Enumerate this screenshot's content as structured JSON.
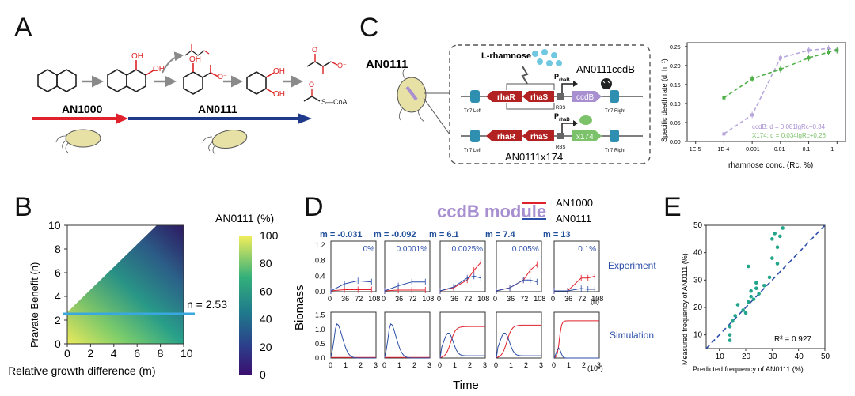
{
  "panels": {
    "A": {
      "label": "A",
      "strain1": "AN1000",
      "strain2": "AN0111",
      "oh": "OH",
      "coa": "S—CoA",
      "o_minus": "O⁻",
      "o": "O",
      "colors": {
        "red_arrow": "#e0202a",
        "blue_arrow": "#1f3a8a",
        "bacterium": "#e8e1a6"
      }
    },
    "B": {
      "label": "B",
      "ylabel": "Pravate Benefit (n)",
      "xlabel": "Relative growth difference (m)",
      "colorbar_title": "AN0111 (%)",
      "n_label": "n = 2.53",
      "n_value": 2.53,
      "x_ticks": [
        "0",
        "2",
        "4",
        "6",
        "8",
        "10"
      ],
      "y_ticks": [
        "0",
        "2",
        "4",
        "6",
        "8",
        "10"
      ],
      "cbar_ticks": [
        "100",
        "80",
        "60",
        "40",
        "20",
        "0"
      ]
    },
    "C": {
      "label": "C",
      "strain": "AN0111",
      "inducer": "L-rhamnose",
      "top_construct": "AN0111ccdB",
      "bottom_construct": "AN0111x174",
      "genes": {
        "rhaR": "rhaR",
        "rhaS": "rhaS",
        "ccdB": "ccdB",
        "x174": "x174"
      },
      "promoter": "P",
      "promoter_sub": "rhaB",
      "rbs": "RBS",
      "tn7_left": "Tn7 Left",
      "tn7_right": "Tn7 Right",
      "colors": {
        "rha_gene": "#b22222",
        "ccdB": "#a88fd0",
        "x174": "#7cc26b",
        "tn7": "#2f8fb0",
        "drop": "#6fc8e0"
      }
    },
    "C_plot": {
      "ylabel": "Specific death rate (d, h⁻¹)",
      "xlabel": "rhamnose conc. (Rc, %)",
      "x_ticks": [
        "1E-5",
        "1E-4",
        "0.001",
        "0.01",
        "0.1",
        "1"
      ],
      "y_ticks": [
        "0.25",
        "0.20",
        "0.15",
        "0.10",
        "0.05",
        "0.00"
      ],
      "legend": [
        "ccdB: d = 0.081lgRc+0.34",
        "X174: d = 0.034lgRc+0.26"
      ]
    },
    "D": {
      "label": "D",
      "title": "ccdB module",
      "legend": [
        "AN1000",
        "AN0111"
      ],
      "m_labels": [
        "m = -0.031",
        "m = -0.092",
        "m = 6.1",
        "m = 7.4",
        "m = 13"
      ],
      "pct_labels": [
        "0%",
        "0.0001%",
        "0.0025%",
        "0.005%",
        "0.1%"
      ],
      "row_labels": [
        "Experiment",
        "Simulation"
      ],
      "ylabel": "Biomass",
      "xlabel": "Time",
      "exp_x_ticks": [
        "0",
        "36",
        "72",
        "108"
      ],
      "exp_unit": "(h)",
      "sim_x_ticks": [
        "0",
        "1",
        "2",
        "3"
      ],
      "sim_unit": "(10⁶)",
      "exp_y_ticks": [
        "1.2",
        "0.8",
        "0.4",
        "0.0"
      ],
      "sim_y_ticks": [
        "1.5",
        "1.0",
        "0.5",
        "0.0"
      ],
      "colors": {
        "AN1000": "#e0202a",
        "AN0111": "#2b4ea8",
        "title": "#a88fd0",
        "m": "#1f4e9a"
      }
    },
    "E": {
      "label": "E",
      "ylabel": "Measured frequency of AN0111 (%)",
      "xlabel": "Predicted frequency of AN0111 (%)",
      "r2": "R² = 0.927",
      "ticks": [
        "10",
        "20",
        "30",
        "40",
        "50"
      ],
      "colors": {
        "points": "#22a58a",
        "fit": "#2b4ea8"
      }
    }
  },
  "chart_data": [
    {
      "id": "C_death_rate",
      "type": "line",
      "title": "",
      "xlabel": "rhamnose conc. (Rc, %)",
      "ylabel": "Specific death rate (d, h⁻¹)",
      "x_scale": "log",
      "ylim": [
        0,
        0.25
      ],
      "legend_position": "bottom-right",
      "series": [
        {
          "name": "ccdB",
          "x": [
            0.0001,
            0.001,
            0.01,
            0.1,
            0.5,
            1
          ],
          "y": [
            0.02,
            0.07,
            0.22,
            0.24,
            0.245,
            0.24
          ]
        },
        {
          "name": "X174",
          "x": [
            0.0001,
            0.001,
            0.01,
            0.1,
            0.5,
            1
          ],
          "y": [
            0.115,
            0.165,
            0.19,
            0.22,
            0.235,
            0.24
          ]
        }
      ]
    },
    {
      "id": "E_scatter",
      "type": "scatter",
      "title": "",
      "xlabel": "Predicted frequency of AN0111 (%)",
      "ylabel": "Measured frequency of AN0111 (%)",
      "xlim": [
        5,
        50
      ],
      "ylim": [
        5,
        50
      ],
      "points": [
        [
          14,
          8
        ],
        [
          14,
          10
        ],
        [
          14,
          13
        ],
        [
          15,
          15
        ],
        [
          16,
          17
        ],
        [
          17,
          21
        ],
        [
          19,
          19
        ],
        [
          20,
          18
        ],
        [
          21,
          22
        ],
        [
          21,
          35
        ],
        [
          22,
          24
        ],
        [
          22,
          26
        ],
        [
          23,
          23
        ],
        [
          24,
          29
        ],
        [
          24,
          27
        ],
        [
          25,
          25
        ],
        [
          27,
          28
        ],
        [
          29,
          31
        ],
        [
          30,
          38
        ],
        [
          30,
          45
        ],
        [
          31,
          47
        ],
        [
          32,
          42
        ],
        [
          32,
          36
        ],
        [
          33,
          46
        ],
        [
          34,
          49
        ]
      ],
      "fit_line": "y = x"
    },
    {
      "id": "D_experiment",
      "type": "line",
      "title": "",
      "xlabel": "Time",
      "ylabel": "Biomass",
      "ylim": [
        0,
        1.2
      ],
      "x_ticks": [
        0,
        36,
        72,
        108
      ],
      "panels": [
        {
          "m": -0.031,
          "AN1000": [
            [
              0,
              0.02
            ],
            [
              36,
              0.05
            ],
            [
              72,
              0.05
            ],
            [
              108,
              0.05
            ]
          ],
          "AN0111": [
            [
              0,
              0.02
            ],
            [
              36,
              0.2
            ],
            [
              72,
              0.28
            ],
            [
              108,
              0.25
            ]
          ]
        },
        {
          "m": -0.092,
          "AN1000": [
            [
              0,
              0.02
            ],
            [
              36,
              0.04
            ],
            [
              72,
              0.04
            ],
            [
              108,
              0.04
            ]
          ],
          "AN0111": [
            [
              0,
              0.02
            ],
            [
              36,
              0.15
            ],
            [
              72,
              0.25
            ],
            [
              108,
              0.25
            ]
          ]
        },
        {
          "m": 6.1,
          "AN1000": [
            [
              0,
              0.02
            ],
            [
              36,
              0.1
            ],
            [
              72,
              0.3
            ],
            [
              90,
              0.55
            ],
            [
              108,
              0.75
            ]
          ],
          "AN0111": [
            [
              0,
              0.02
            ],
            [
              36,
              0.12
            ],
            [
              72,
              0.35
            ],
            [
              90,
              0.4
            ],
            [
              108,
              0.35
            ]
          ]
        },
        {
          "m": 7.4,
          "AN1000": [
            [
              0,
              0.02
            ],
            [
              36,
              0.1
            ],
            [
              72,
              0.3
            ],
            [
              90,
              0.55
            ],
            [
              108,
              0.7
            ]
          ],
          "AN0111": [
            [
              0,
              0.02
            ],
            [
              36,
              0.1
            ],
            [
              72,
              0.3
            ],
            [
              90,
              0.3
            ],
            [
              108,
              0.25
            ]
          ]
        },
        {
          "m": 13,
          "AN1000": [
            [
              0,
              0.02
            ],
            [
              36,
              0.02
            ],
            [
              72,
              0.35
            ],
            [
              90,
              0.35
            ],
            [
              108,
              0.4
            ]
          ],
          "AN0111": [
            [
              0,
              0.02
            ],
            [
              36,
              0.02
            ],
            [
              72,
              0.08
            ],
            [
              90,
              0.06
            ],
            [
              108,
              0.06
            ]
          ]
        }
      ]
    },
    {
      "id": "D_simulation",
      "type": "line",
      "title": "",
      "xlabel": "Time",
      "ylabel": "Biomass",
      "ylim": [
        0,
        1.5
      ],
      "x_ticks": [
        0,
        1,
        2,
        3
      ]
    },
    {
      "id": "B_heatmap",
      "type": "heatmap",
      "title": "",
      "xlabel": "Relative growth difference (m)",
      "ylabel": "Pravate Benefit (n)",
      "xlim": [
        0,
        10
      ],
      "ylim": [
        0,
        10
      ],
      "colorbar": "AN0111 (%)",
      "colorbar_range": [
        0,
        100
      ],
      "threshold_line_n": 2.53
    }
  ]
}
